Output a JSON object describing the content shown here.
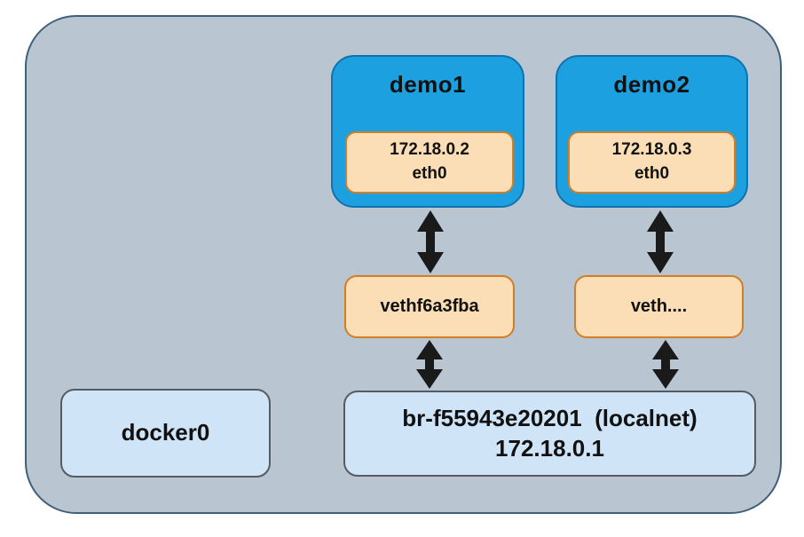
{
  "containers": [
    {
      "title": "demo1",
      "ip": "172.18.0.2",
      "iface": "eth0"
    },
    {
      "title": "demo2",
      "ip": "172.18.0.3",
      "iface": "eth0"
    }
  ],
  "veths": [
    {
      "label": "vethf6a3fba"
    },
    {
      "label": "veth...."
    }
  ],
  "bridge": {
    "line1": "br-f55943e20201  (localnet)",
    "line2": "172.18.0.1"
  },
  "docker0": {
    "label": "docker0"
  },
  "colors": {
    "host_fill": "#b9c5d1",
    "host_border": "#40607a",
    "container_fill": "#1ca0e0",
    "container_border": "#1072ae",
    "interface_fill": "#fbdeb5",
    "interface_border": "#d07f28",
    "bridge_fill": "#d0e4f7",
    "bridge_border": "#565b61",
    "arrow": "#1a1a1a"
  }
}
